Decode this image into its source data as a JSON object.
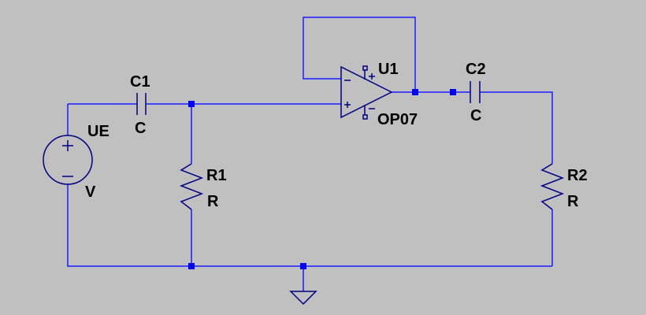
{
  "colors": {
    "background": "#c0c0c0",
    "wire": "#1a1aff",
    "component": "#000080",
    "junction": "#0000ff",
    "text": "#000000"
  },
  "components": {
    "source": {
      "name": "UE",
      "value": "V"
    },
    "c1": {
      "name": "C1",
      "value": "C"
    },
    "r1": {
      "name": "R1",
      "value": "R"
    },
    "opamp": {
      "name": "U1",
      "model": "OP07",
      "minus": "−",
      "plus": "+"
    },
    "c2": {
      "name": "C2",
      "value": "C"
    },
    "r2": {
      "name": "R2",
      "value": "R"
    }
  }
}
